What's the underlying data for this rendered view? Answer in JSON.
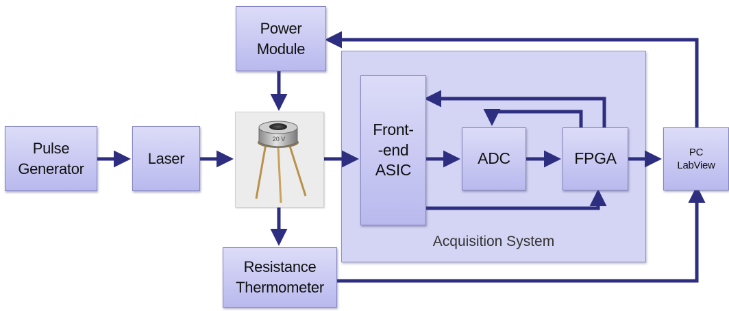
{
  "diagram": {
    "blocks": {
      "pulse_generator": "Pulse\nGenerator",
      "laser": "Laser",
      "power_module": "Power\nModule",
      "resistance_thermometer": "Resistance\nThermometer",
      "front_end_asic": "Front-\n-end\nASIC",
      "adc": "ADC",
      "fpga": "FPGA",
      "pc_labview": "PC\nLabView"
    },
    "acquisition_system_label": "Acquisition System",
    "photo_marking": "20 V"
  },
  "colors": {
    "arrow": "#2e2e80",
    "block_fill_top": "#dcdcf8",
    "block_fill_bottom": "#b9b9ee",
    "panel_fill": "#d4d4f4"
  }
}
